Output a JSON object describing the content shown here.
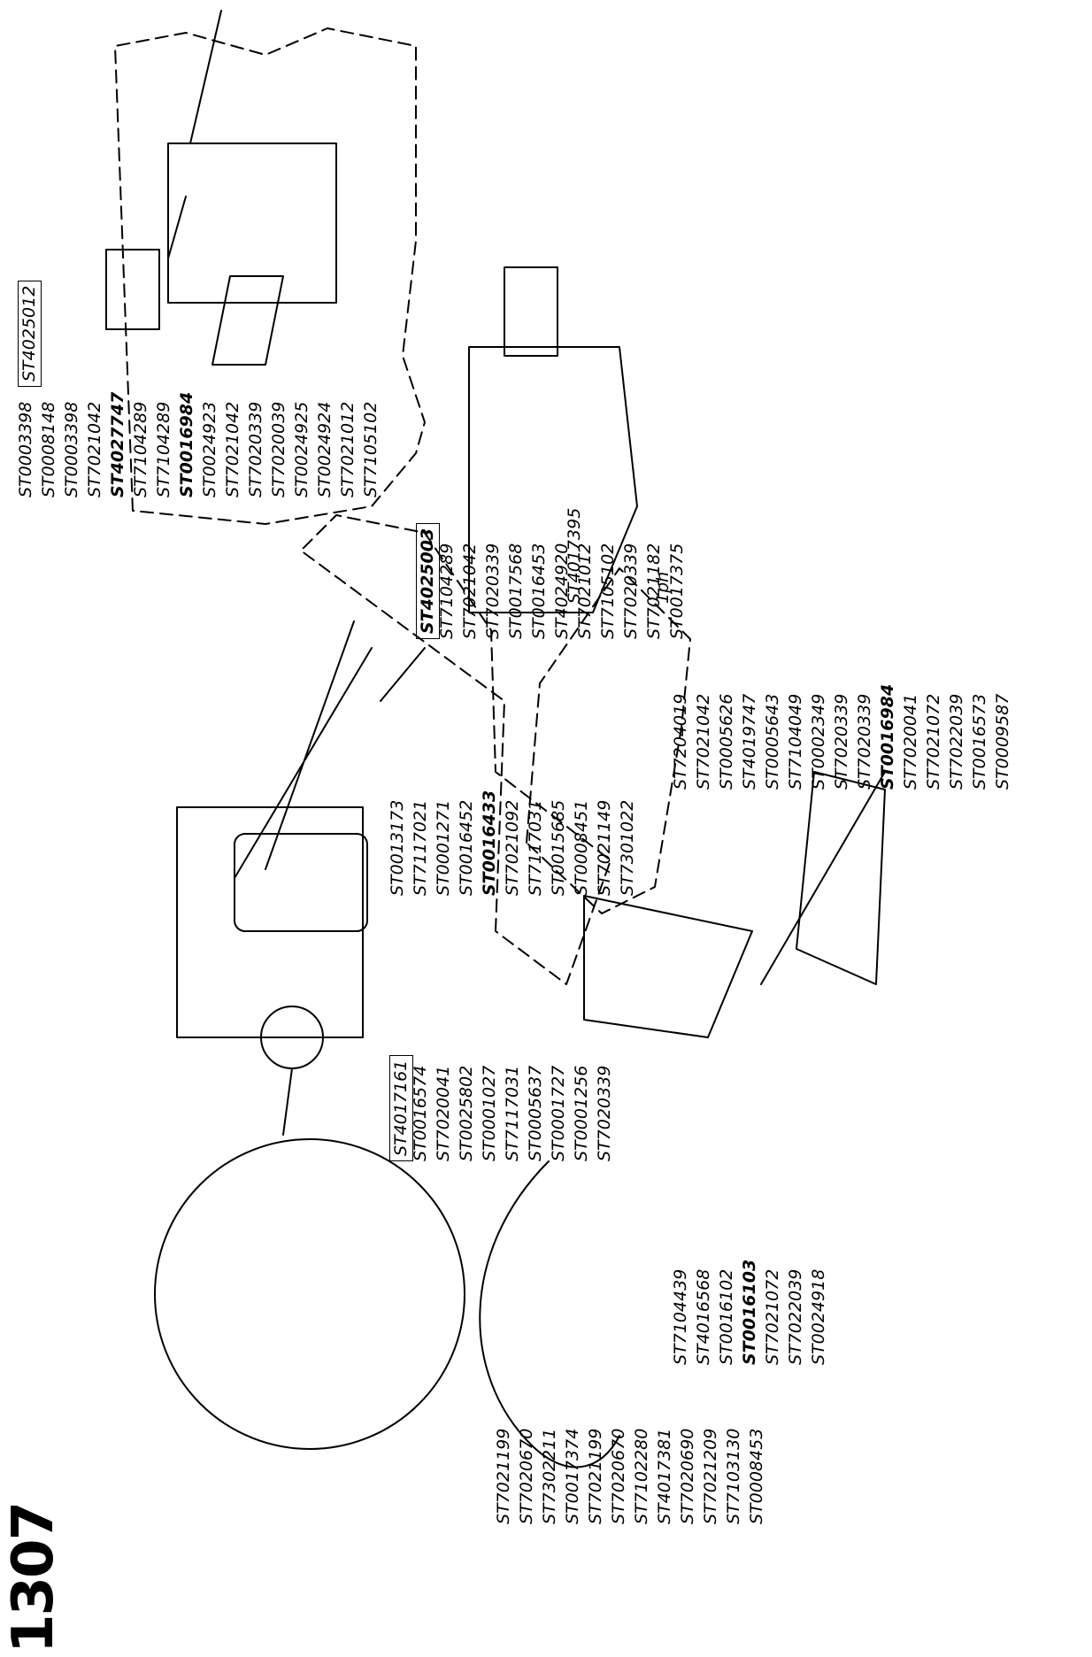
{
  "page_number": "1307",
  "headline": {
    "part": "ST4017395",
    "phase": "1ph"
  },
  "labels": [
    {
      "text": "ST0003398",
      "k": "boxA"
    },
    {
      "text": "ST0008148",
      "k": "boxA"
    },
    {
      "text": "ST0003398",
      "k": "boxA"
    },
    {
      "text": "ST7021042",
      "k": "boxA"
    },
    {
      "text": "ST4027747",
      "k": "boxA",
      "bold": true
    },
    {
      "text": "ST7104289",
      "k": "boxA"
    },
    {
      "text": "ST7104289",
      "k": "boxA"
    },
    {
      "text": "ST0016984",
      "k": "boxA",
      "bold": true
    },
    {
      "text": "ST0024923",
      "k": "boxA"
    },
    {
      "text": "ST7021042",
      "k": "boxA"
    },
    {
      "text": "ST7020339",
      "k": "boxA"
    },
    {
      "text": "ST7020039",
      "k": "boxA"
    },
    {
      "text": "ST0024925",
      "k": "boxA"
    },
    {
      "text": "ST0024924",
      "k": "boxA"
    },
    {
      "text": "ST7021012",
      "k": "boxA"
    },
    {
      "text": "ST7105102",
      "k": "boxA"
    },
    {
      "text": "ST4025012",
      "k": "boxA",
      "boxed": true
    },
    {
      "text": "ST4025003",
      "k": "bracket",
      "bold": true,
      "boxed": true
    },
    {
      "text": "ST7104289",
      "k": "bracket"
    },
    {
      "text": "ST7021042",
      "k": "bracket"
    },
    {
      "text": "ST7020339",
      "k": "bracket"
    },
    {
      "text": "ST0017568",
      "k": "bracket"
    },
    {
      "text": "ST0016453",
      "k": "bracket"
    },
    {
      "text": "ST4024920",
      "k": "bracket"
    },
    {
      "text": "ST7021012",
      "k": "bracket"
    },
    {
      "text": "ST7105102",
      "k": "bracket"
    },
    {
      "text": "ST7020339",
      "k": "bracket"
    },
    {
      "text": "ST7021182",
      "k": "bracket"
    },
    {
      "text": "ST0017375",
      "k": "bracket"
    },
    {
      "text": "ST0013173",
      "k": "motor"
    },
    {
      "text": "ST7117021",
      "k": "motor"
    },
    {
      "text": "ST0001271",
      "k": "motor"
    },
    {
      "text": "ST0016452",
      "k": "motor"
    },
    {
      "text": "ST0016433",
      "k": "motor",
      "bold": true
    },
    {
      "text": "ST7021092",
      "k": "motor"
    },
    {
      "text": "ST7117031",
      "k": "motor"
    },
    {
      "text": "ST0015685",
      "k": "motor"
    },
    {
      "text": "ST0008451",
      "k": "motor"
    },
    {
      "text": "ST7021149",
      "k": "motor"
    },
    {
      "text": "ST7301022",
      "k": "motor"
    },
    {
      "text": "ST7021199",
      "k": "ground"
    },
    {
      "text": "ST7020670",
      "k": "ground"
    },
    {
      "text": "ST7302211",
      "k": "ground"
    },
    {
      "text": "ST0017374",
      "k": "ground"
    },
    {
      "text": "ST7021199",
      "k": "ground"
    },
    {
      "text": "ST7020670",
      "k": "ground"
    },
    {
      "text": "ST7102280",
      "k": "ground"
    },
    {
      "text": "ST4017381",
      "k": "ground"
    },
    {
      "text": "ST7020690",
      "k": "ground"
    },
    {
      "text": "ST7021209",
      "k": "ground"
    },
    {
      "text": "ST7103130",
      "k": "ground"
    },
    {
      "text": "ST0008453",
      "k": "ground"
    },
    {
      "text": "ST4017161",
      "k": "link",
      "boxed": true
    },
    {
      "text": "ST0016574",
      "k": "link"
    },
    {
      "text": "ST7020041",
      "k": "link"
    },
    {
      "text": "ST0025802",
      "k": "link"
    },
    {
      "text": "ST0001027",
      "k": "link"
    },
    {
      "text": "ST7117031",
      "k": "link"
    },
    {
      "text": "ST0005637",
      "k": "link"
    },
    {
      "text": "ST0001727",
      "k": "link"
    },
    {
      "text": "ST0001256",
      "k": "link"
    },
    {
      "text": "ST7020339",
      "k": "link"
    },
    {
      "text": "ST7104439",
      "k": "pedal"
    },
    {
      "text": "ST4016568",
      "k": "pedal"
    },
    {
      "text": "ST0016102",
      "k": "pedal"
    },
    {
      "text": "ST0016103",
      "k": "pedal",
      "bold": true
    },
    {
      "text": "ST7021072",
      "k": "pedal"
    },
    {
      "text": "ST7022039",
      "k": "pedal"
    },
    {
      "text": "ST0024918",
      "k": "pedal"
    },
    {
      "text": "ST7204019",
      "k": "pedal2"
    },
    {
      "text": "ST7021042",
      "k": "pedal2"
    },
    {
      "text": "ST0005626",
      "k": "pedal2"
    },
    {
      "text": "ST4019747",
      "k": "pedal2"
    },
    {
      "text": "ST0005643",
      "k": "pedal2"
    },
    {
      "text": "ST7104049",
      "k": "pedal2"
    },
    {
      "text": "ST0002349",
      "k": "pedal2"
    },
    {
      "text": "ST7020339",
      "k": "pedal2"
    },
    {
      "text": "ST7020339",
      "k": "pedal2"
    },
    {
      "text": "ST0016984",
      "k": "pedal2",
      "bold": true
    },
    {
      "text": "ST7020041",
      "k": "pedal2"
    },
    {
      "text": "ST7021072",
      "k": "pedal2"
    },
    {
      "text": "ST7022039",
      "k": "pedal2"
    },
    {
      "text": "ST0016573",
      "k": "pedal2"
    },
    {
      "text": "ST0009587",
      "k": "pedal2"
    }
  ]
}
